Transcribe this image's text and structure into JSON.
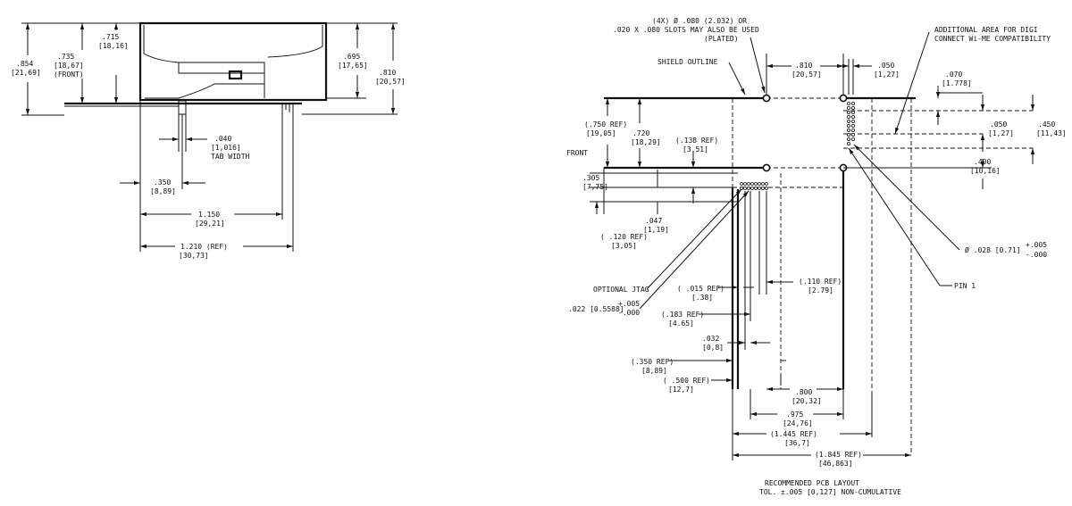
{
  "side_view": {
    "dim_854": ".854",
    "dim_854_mm": "[21,69]",
    "dim_735": ".735",
    "dim_735_mm": "[18,67]",
    "dim_735_note": "(FRONT)",
    "dim_715": ".715",
    "dim_715_mm": "[18,16]",
    "dim_695": ".695",
    "dim_695_mm": "[17,65]",
    "dim_810": ".810",
    "dim_810_mm": "[20,57]",
    "tab_width": ".040",
    "tab_width_mm": "[1,016]",
    "tab_width_label": "TAB WIDTH",
    "dim_350": ".350",
    "dim_350_mm": "[8,89]",
    "dim_1150": "1.150",
    "dim_1150_mm": "[29,21]",
    "dim_1210": "1.210  (REF)",
    "dim_1210_mm": "[30,73]"
  },
  "pcb_layout": {
    "hole_note_1": "(4X) Ø .080 (2.032) OR",
    "hole_note_2": ".020 X .080 SLOTS MAY ALSO BE USED",
    "hole_note_3": "(PLATED)",
    "additional_area_1": "ADDITIONAL AREA FOR DIGI",
    "additional_area_2": "CONNECT Wi-ME COMPATIBILITY",
    "shield_outline": "SHIELD OUTLINE",
    "front": "FRONT",
    "dim_810": ".810",
    "dim_810_mm": "[20,57]",
    "dim_050": ".050",
    "dim_050_mm": "[1,27]",
    "dim_070": ".070",
    "dim_070_mm": "[1.778]",
    "dim_050b": ".050",
    "dim_050b_mm": "[1,27]",
    "dim_450": ".450",
    "dim_450_mm": "[11,43]",
    "dim_400": ".400",
    "dim_400_mm": "[10,16]",
    "dim_750": "(.750  REF)",
    "dim_750_mm": "[19,05]",
    "dim_720": ".720",
    "dim_720_mm": "[18,29]",
    "dim_138": "(.138 REF)",
    "dim_138_mm": "[3.51]",
    "dim_305": ".305",
    "dim_305_mm": "[7,75]",
    "dim_047": ".047",
    "dim_047_mm": "[1,19]",
    "dim_120": "( .120 REF)",
    "dim_120_mm": "[3,05]",
    "pin_dia": "Ø .028 [0.71]",
    "pin_dia_tol_plus": "+.005",
    "pin_dia_tol_minus": "-.000",
    "pin1": "PIN 1",
    "optional_jtag": "OPTIONAL JTAG",
    "jtag_dia": ".022 [0.5588]",
    "jtag_tol_plus": "+.005",
    "jtag_tol_minus": "-.000",
    "dim_015": "( .015 REF)",
    "dim_015_mm": "[.38]",
    "dim_110": "(.110 REF)",
    "dim_110_mm": "[2.79]",
    "dim_183": "(.183 REF)",
    "dim_183_mm": "[4.65]",
    "dim_032": ".032",
    "dim_032_mm": "[0,8]",
    "dim_350": "(.350 REF)",
    "dim_350_mm": "[8,89]",
    "dim_500": "( .500   REF)",
    "dim_500_mm": "[12,7]",
    "dim_800": ".800",
    "dim_800_mm": "[20,32]",
    "dim_975": ".975",
    "dim_975_mm": "[24,76]",
    "dim_1445": "(1.445  REF)",
    "dim_1445_mm": "[36,7]",
    "dim_1845": "(1.845 REF)",
    "dim_1845_mm": "[46,863]",
    "caption_1": "RECOMMENDED PCB LAYOUT",
    "caption_2": "TOL. ±.005 [0,127] NON-CUMULATIVE"
  }
}
